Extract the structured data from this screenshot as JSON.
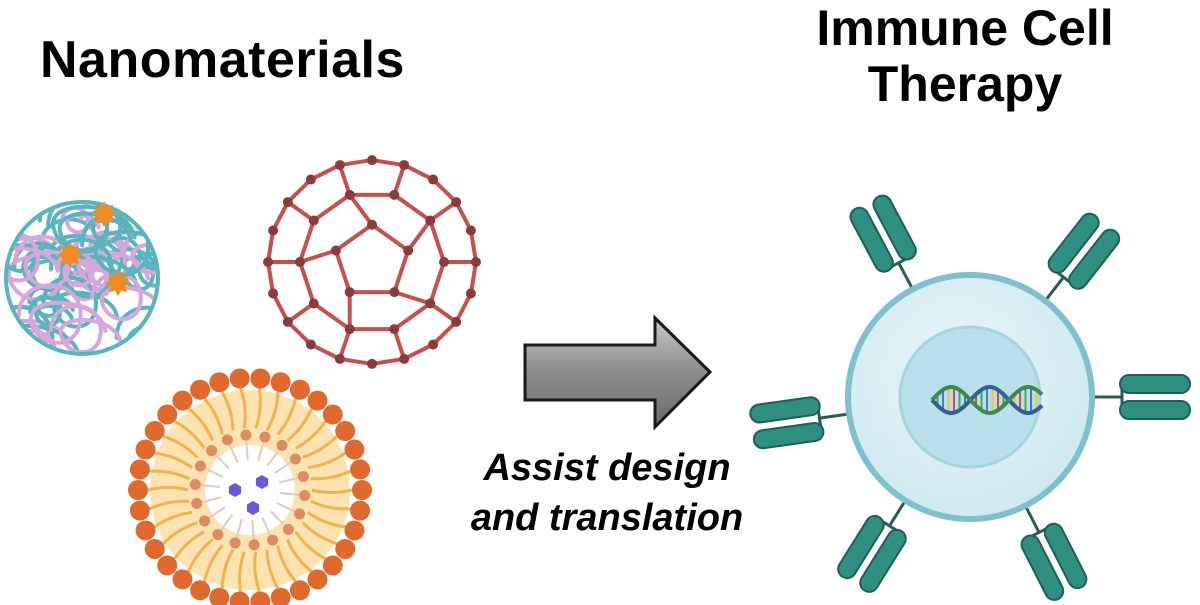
{
  "labels": {
    "left_title": "Nanomaterials",
    "right_title_line1": "Immune Cell",
    "right_title_line2": "Therapy",
    "arrow_line1": "Assist design",
    "arrow_line2": "and translation"
  },
  "icons": {
    "polymer": "polymer-nanoparticle-icon",
    "fullerene": "fullerene-icon",
    "liposome": "liposome-icon",
    "arrow": "gray-right-arrow",
    "cell": "immune-cell-icon",
    "dna": "dna-helix-icon",
    "receptor": "receptor-icon"
  },
  "colors": {
    "polymer_cyan": "#57b5be",
    "polymer_pink": "#d8a6dc",
    "polymer_drug": "#ef8a25",
    "fullerene": "#c7504f",
    "fullerene_node": "#8a3b3b",
    "liposome_head": "#e06a2d",
    "liposome_tail": "#f0b44a",
    "liposome_fill": "#fde3b2",
    "liposome_drug": "#6b57d9",
    "arrow": "#8c8c8c",
    "cell_membrane": "#7fc0cf",
    "cell_fill": "#d9eff4",
    "nucleus_fill": "#b9dfea",
    "receptor": "#2f8f80"
  }
}
